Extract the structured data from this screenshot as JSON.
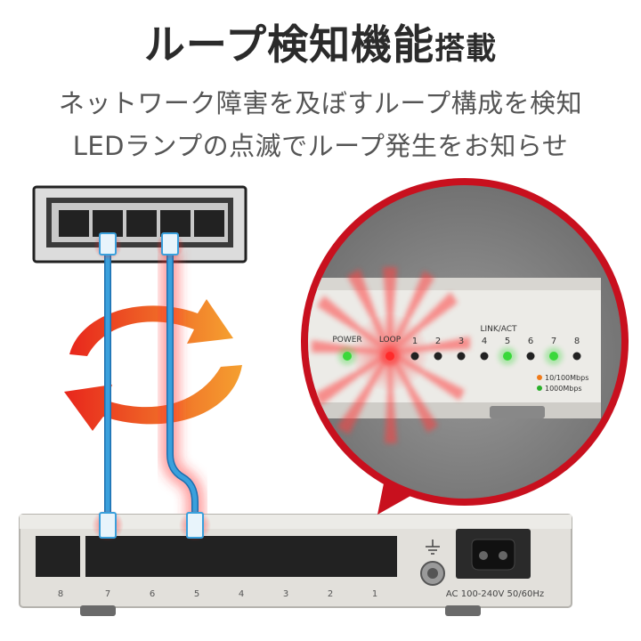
{
  "headline": {
    "main": "ループ検知機能",
    "suffix": "搭載"
  },
  "subtitle": {
    "line1": "ネットワーク障害を及ぼすループ構成を検知",
    "line2": "LEDランプの点滅でループ発生をお知らせ"
  },
  "front_panel": {
    "power_label": "POWER",
    "loop_label": "LOOP",
    "link_act_label": "LINK/ACT",
    "port_numbers": [
      "1",
      "2",
      "3",
      "4",
      "5",
      "6",
      "7",
      "8"
    ],
    "legend": [
      "10/100Mbps",
      "1000Mbps"
    ]
  },
  "rear_panel": {
    "port_numbers": [
      "8",
      "7",
      "6",
      "5",
      "4",
      "3",
      "2",
      "1"
    ],
    "power_rating": "AC 100-240V  50/60Hz"
  },
  "colors": {
    "cable_blue": "#3aa0dc",
    "glow_red": "#ff3030",
    "arrow_orange": "#f07a1a",
    "zoom_ring_red": "#c8101e",
    "led_green": "#3ad83a",
    "led_red": "#ff2a2a"
  }
}
